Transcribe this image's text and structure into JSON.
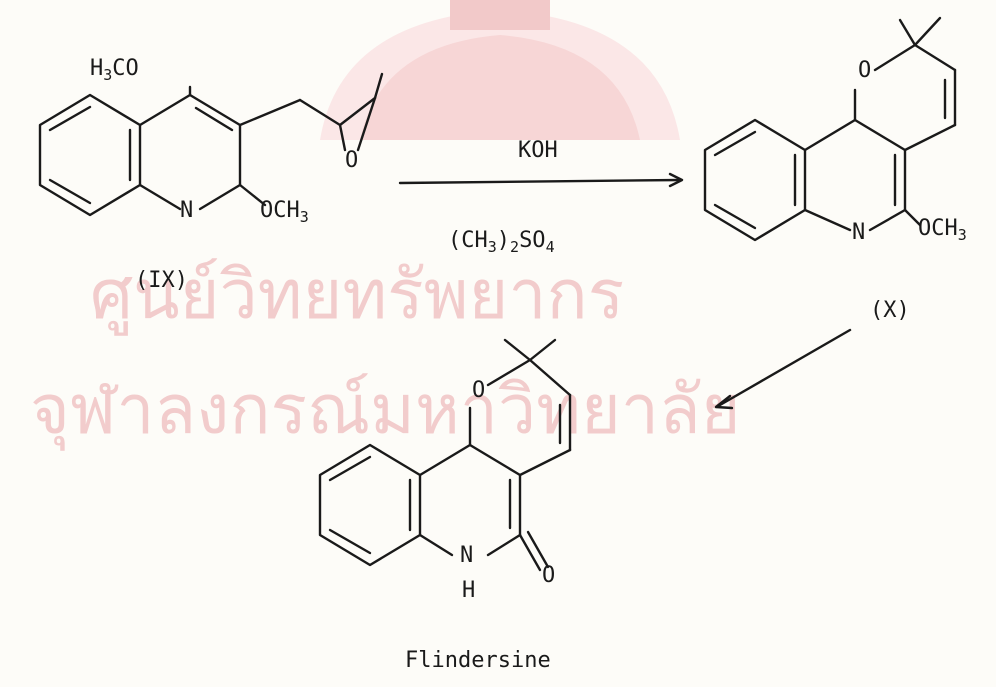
{
  "watermark": {
    "line1": "ศูนย์วิทยทรัพยากร",
    "line2": "จุฬาลงกรณ์มหาวิทยาลัย",
    "color": "#f2cccc"
  },
  "compounds": {
    "ix": {
      "label": "(IX)",
      "methoxy_top": {
        "pre": "H",
        "sub": "3",
        "post": "CO"
      },
      "methoxy_side": {
        "pre": "OCH",
        "sub": "3"
      },
      "nitrogen": "N"
    },
    "x": {
      "label": "(X)",
      "oxygen": "O",
      "methoxy": {
        "pre": "OCH",
        "sub": "3"
      },
      "nitrogen": "N"
    },
    "flindersine": {
      "name": "Flindersine",
      "oxygen": "O",
      "carbonyl_oxygen": "O",
      "nitrogen": "N",
      "hydrogen": "H"
    }
  },
  "reaction": {
    "reagent_top": "KOH",
    "reagent_bottom": {
      "pre": "(CH",
      "sub1": "3",
      "mid": ")",
      "sub2": "2",
      "post": "SO",
      "sub3": "4"
    }
  },
  "colors": {
    "ink": "#1a1a1a",
    "paper": "#fdfcf8"
  }
}
